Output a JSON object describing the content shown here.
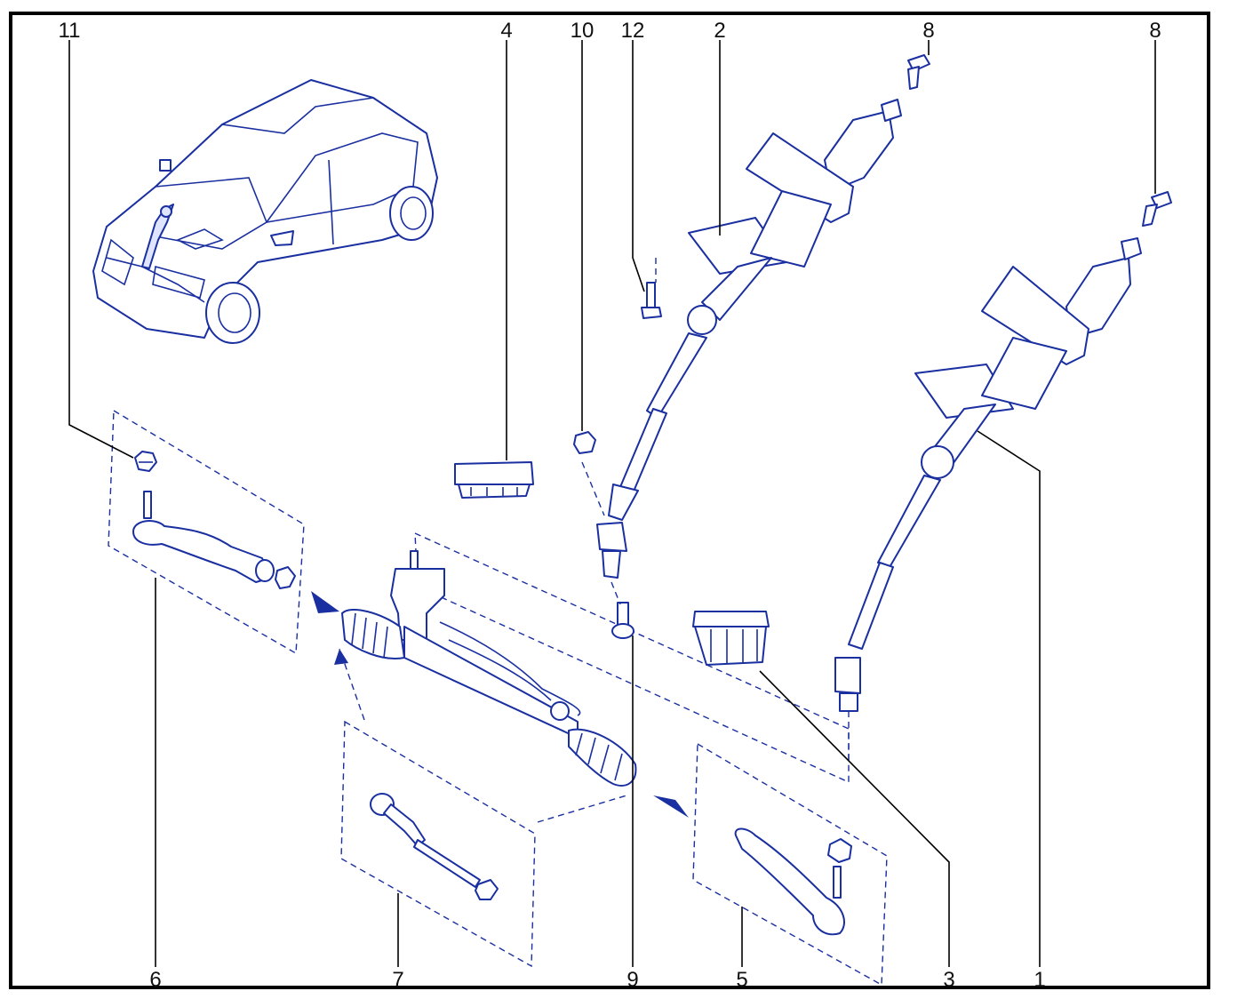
{
  "diagram": {
    "callouts": [
      {
        "id": "11",
        "text": "11"
      },
      {
        "id": "4",
        "text": "4"
      },
      {
        "id": "10",
        "text": "10"
      },
      {
        "id": "12",
        "text": "12"
      },
      {
        "id": "2",
        "text": "2"
      },
      {
        "id": "8a",
        "text": "8"
      },
      {
        "id": "8b",
        "text": "8"
      },
      {
        "id": "6",
        "text": "6"
      },
      {
        "id": "7",
        "text": "7"
      },
      {
        "id": "9",
        "text": "9"
      },
      {
        "id": "5",
        "text": "5"
      },
      {
        "id": "3",
        "text": "3"
      },
      {
        "id": "1",
        "text": "1"
      }
    ],
    "colors": {
      "line_art": "#1a2fa0",
      "frame": "#000000",
      "labels": "#111111"
    }
  }
}
